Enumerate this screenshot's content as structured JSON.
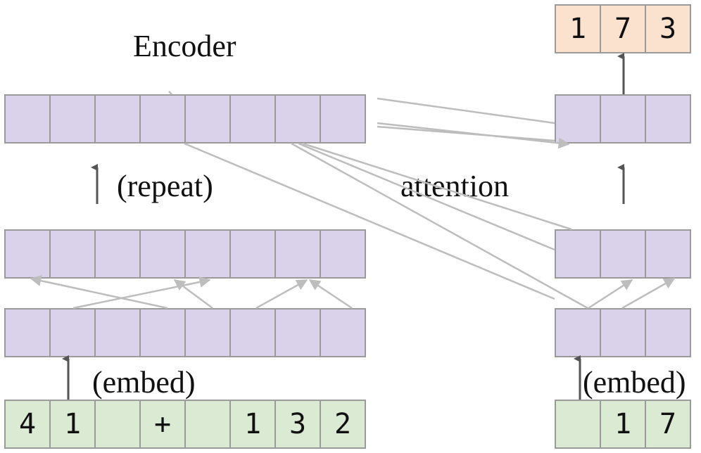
{
  "labels": {
    "encoder": "Encoder",
    "repeat": "(repeat)",
    "attention": "attention",
    "embed_left": "(embed)",
    "embed_right": "(embed)"
  },
  "encoder": {
    "input_tokens": [
      "4",
      "1",
      "",
      "+",
      "",
      "1",
      "3",
      "2"
    ],
    "embed_row_cells": 8,
    "layer_row_cells": 8,
    "top_row_cells": 8
  },
  "decoder": {
    "input_tokens": [
      "",
      "1",
      "7"
    ],
    "output_tokens": [
      "1",
      "7",
      "3"
    ],
    "row_cells": 3
  },
  "colors": {
    "hidden": "#d9d2ea",
    "token": "#dbead3",
    "output": "#fbe2cf",
    "cell_border": "#9a9a9a",
    "attention_line": "#bdbdbd",
    "arrow_dark": "#555555"
  }
}
